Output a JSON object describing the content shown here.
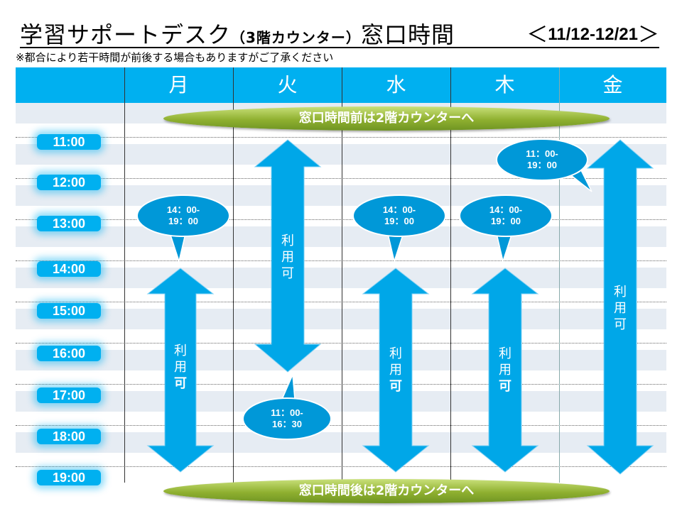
{
  "title": {
    "main_a": "学習サポートデスク",
    "main_sub": "（3階カウンター）",
    "main_b": "窓口時間",
    "range_open": "＜",
    "range": "11/12-12/21",
    "range_close": "＞"
  },
  "note": "※都合により若干時間が前後する場合もありますがご了承ください",
  "days": [
    "月",
    "火",
    "水",
    "木",
    "金"
  ],
  "times": [
    "11:00",
    "12:00",
    "13:00",
    "14:00",
    "15:00",
    "16:00",
    "17:00",
    "18:00",
    "19:00"
  ],
  "banners": {
    "before": "窓口時間前は2階カウンターへ",
    "after": "窓口時間後は2階カウンターへ"
  },
  "schedule": [
    {
      "day": "月",
      "hours": "14：00-19：00",
      "bubble_l1": "14：00-",
      "bubble_l2": "19：00",
      "label": [
        "利",
        "用",
        "可"
      ],
      "start": 14,
      "end": 19
    },
    {
      "day": "火",
      "hours": "11：00-16：30",
      "bubble_l1": "11：00-",
      "bubble_l2": "16：30",
      "label": [
        "利",
        "用",
        "可"
      ],
      "start": 11,
      "end": 16.5
    },
    {
      "day": "水",
      "hours": "14：00-19：00",
      "bubble_l1": "14：00-",
      "bubble_l2": "19：00",
      "label": [
        "利",
        "用",
        "可"
      ],
      "start": 14,
      "end": 19
    },
    {
      "day": "木",
      "hours": "14：00-19：00",
      "bubble_l1": "14：00-",
      "bubble_l2": "19：00",
      "label": [
        "利",
        "用",
        "可"
      ],
      "start": 14,
      "end": 19
    },
    {
      "day": "金",
      "hours": "11：00-19：00",
      "bubble_l1": "11：00-",
      "bubble_l2": "19：00",
      "label": [
        "利",
        "用",
        "可"
      ],
      "start": 11,
      "end": 19
    }
  ],
  "colors": {
    "header": "#00b0f0",
    "arrow": "#00a7e8",
    "band": "#e6ecf3",
    "banner": "#8fb030"
  }
}
